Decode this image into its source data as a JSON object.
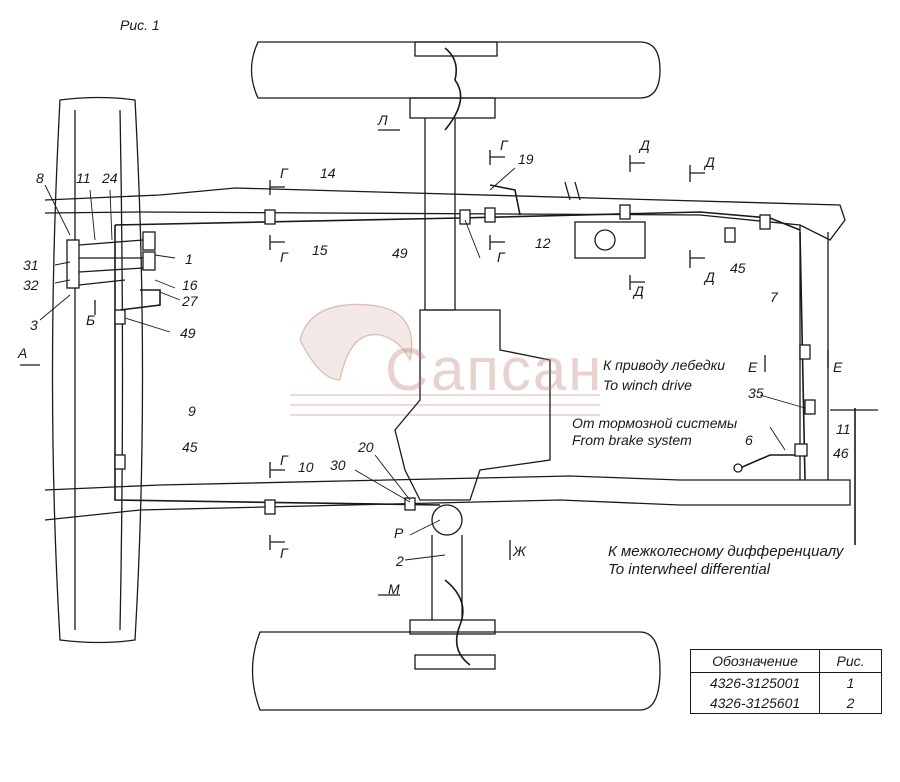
{
  "figure_title": "Рис. 1",
  "watermark": "Сапсан",
  "captions": {
    "winch_ru": "К приводу лебедки",
    "winch_en": "To winch drive",
    "brake_ru": "От тормозной системы",
    "brake_en": "From brake system",
    "diff_ru": "К межколесному дифференциалу",
    "diff_en": "To interwheel differential"
  },
  "section_letters": {
    "A": "А",
    "B": "Б",
    "G": "Г",
    "D": "Д",
    "E": "Е",
    "L": "Л",
    "M": "М",
    "Zh": "Ж",
    "R": "Р"
  },
  "part_numbers": {
    "p1": "1",
    "p2": "2",
    "p3": "3",
    "p6": "6",
    "p7": "7",
    "p8": "8",
    "p9": "9",
    "p10": "10",
    "p11a": "11",
    "p11b": "11",
    "p12": "12",
    "p14": "14",
    "p15": "15",
    "p16": "16",
    "p19": "19",
    "p20": "20",
    "p24": "24",
    "p27": "27",
    "p30": "30",
    "p31": "31",
    "p32": "32",
    "p35": "35",
    "p45a": "45",
    "p45b": "45",
    "p46": "46",
    "p49a": "49",
    "p49b": "49"
  },
  "table": {
    "headers": [
      "Обозначение",
      "Рис."
    ],
    "rows": [
      [
        "4326-3125001",
        "1"
      ],
      [
        "4326-3125601",
        "2"
      ]
    ]
  }
}
